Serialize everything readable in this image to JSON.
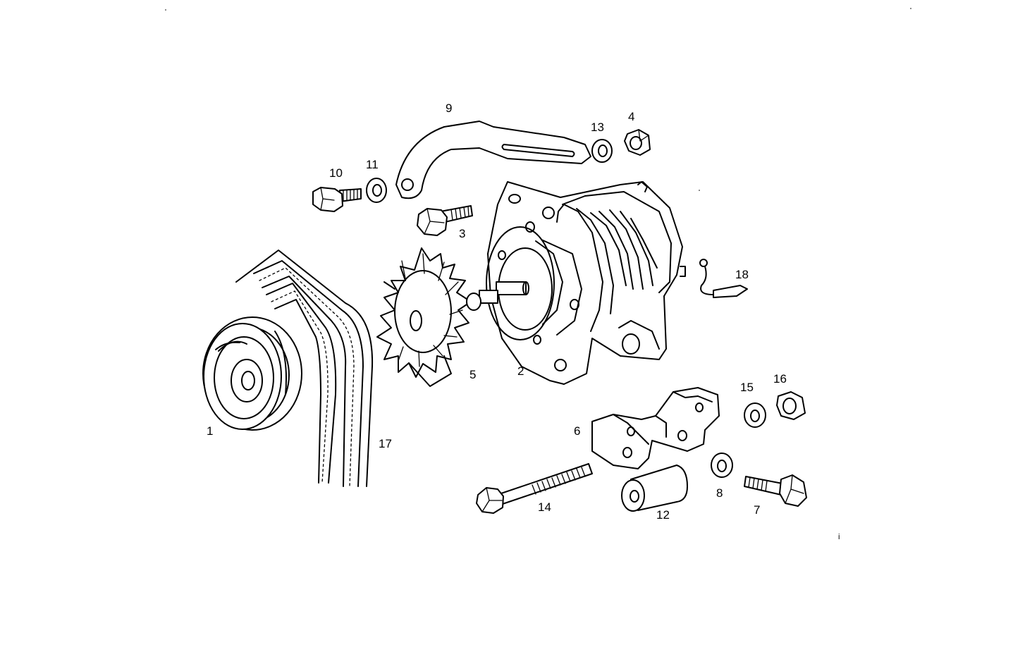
{
  "diagram": {
    "callouts": {
      "p1": "1",
      "p2": "2",
      "p3": "3",
      "p4": "4",
      "p5": "5",
      "p6": "6",
      "p7": "7",
      "p8": "8",
      "p9": "9",
      "p10": "10",
      "p11": "11",
      "p12": "12",
      "p13": "13",
      "p14": "14",
      "p15": "15",
      "p16": "16",
      "p17": "17",
      "p18": "18",
      "mark": "i"
    }
  }
}
